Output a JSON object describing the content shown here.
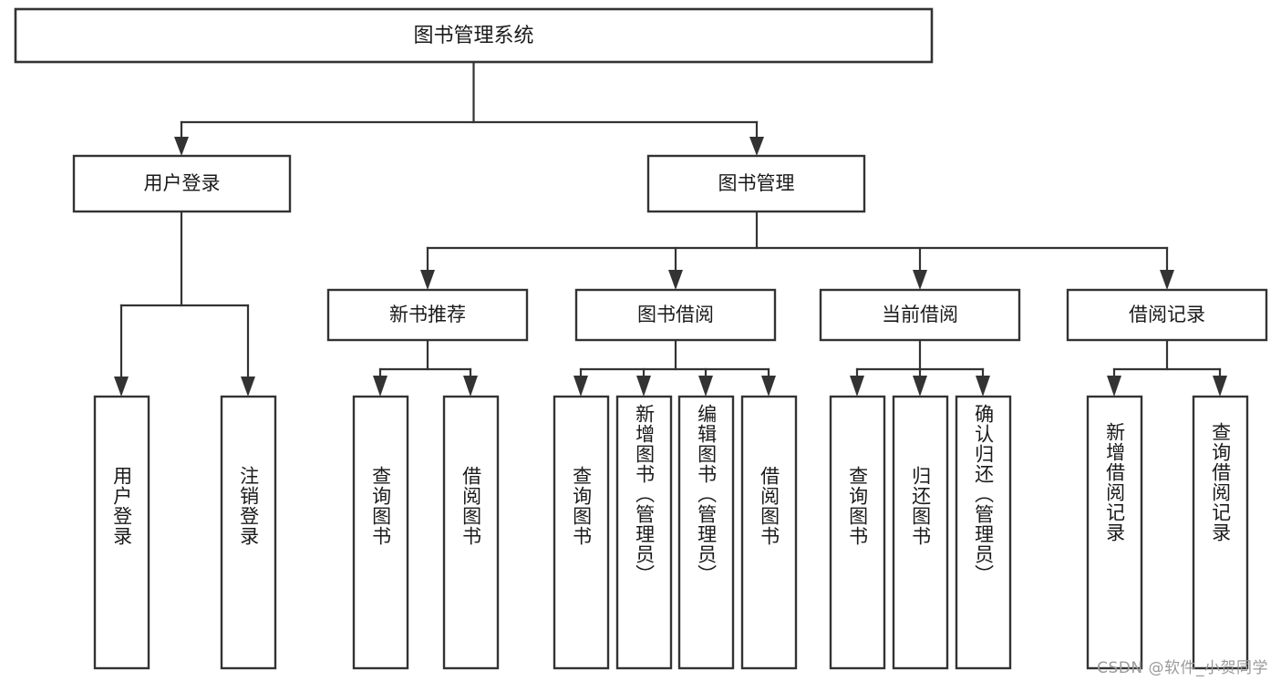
{
  "diagram": {
    "title": "图书管理系统",
    "type": "tree-hierarchy-chart",
    "orientation": "top-down",
    "colors": {
      "box_stroke": "#333333",
      "box_fill": "#ffffff",
      "edge": "#333333",
      "text": "#1a1a1a",
      "background": "#ffffff",
      "watermark": "#9a9a9a"
    },
    "root": {
      "label": "图书管理系统"
    },
    "level2": [
      {
        "label": "用户登录"
      },
      {
        "label": "图书管理"
      }
    ],
    "level3": [
      {
        "label": "新书推荐"
      },
      {
        "label": "图书借阅"
      },
      {
        "label": "当前借阅"
      },
      {
        "label": "借阅记录"
      }
    ],
    "leaves": {
      "user_login": [
        {
          "label": "用户登录"
        },
        {
          "label": "注销登录"
        }
      ],
      "new_book_recommend": [
        {
          "label": "查询图书"
        },
        {
          "label": "借阅图书"
        }
      ],
      "book_borrow": [
        {
          "label": "查询图书"
        },
        {
          "label": "新增图书（管理员）"
        },
        {
          "label": "编辑图书（管理员）"
        },
        {
          "label": "借阅图书"
        }
      ],
      "current_borrow": [
        {
          "label": "查询图书"
        },
        {
          "label": "归还图书"
        },
        {
          "label": "确认归还（管理员）"
        }
      ],
      "borrow_record": [
        {
          "label": "新增借阅记录"
        },
        {
          "label": "查询借阅记录"
        }
      ]
    },
    "watermark": "CSDN @软件_小贺同学"
  }
}
